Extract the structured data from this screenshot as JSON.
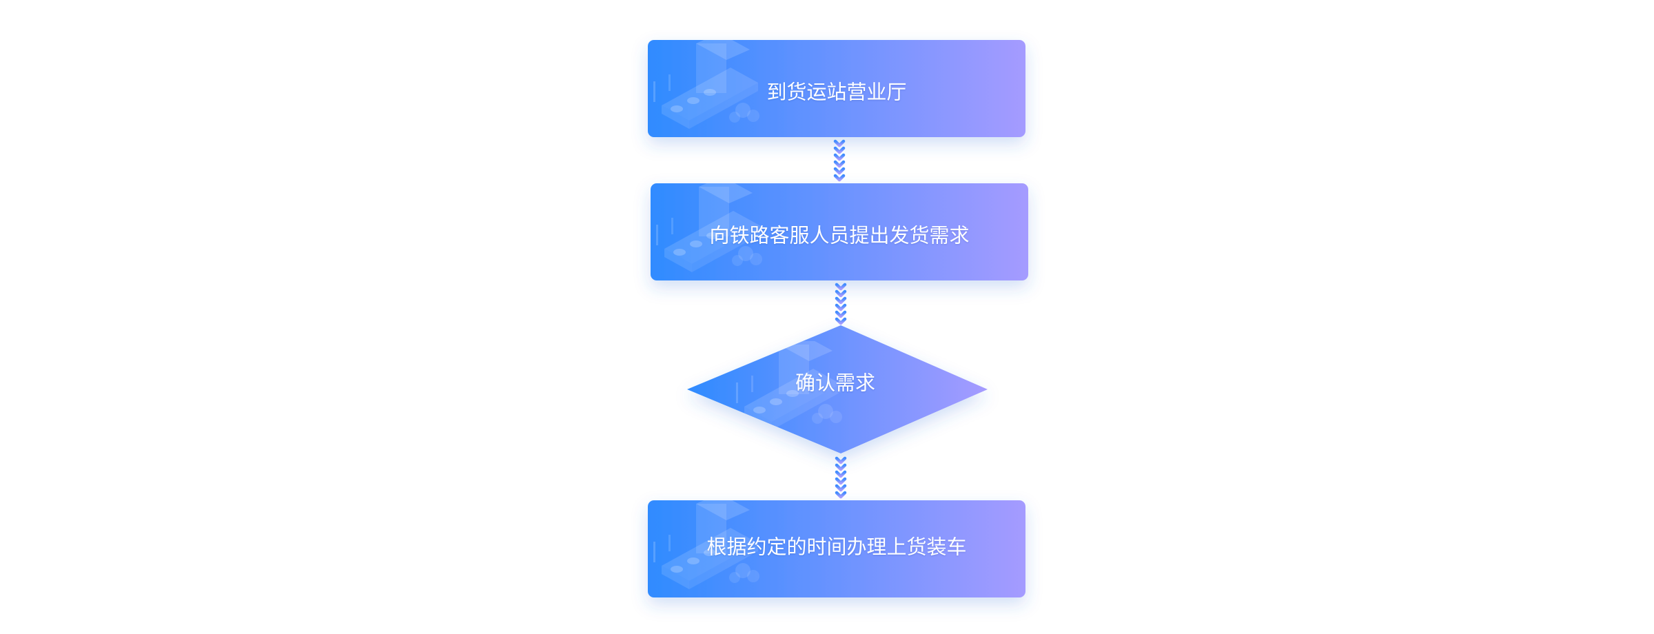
{
  "flowchart": {
    "steps": [
      {
        "label": "到货运站营业厅",
        "shape": "rectangle"
      },
      {
        "label": "向铁路客服人员提出发货需求",
        "shape": "rectangle"
      },
      {
        "label": "确认需求",
        "shape": "diamond"
      },
      {
        "label": "根据约定的时间办理上货装车",
        "shape": "rectangle"
      }
    ],
    "connectors": [
      {
        "from": 0,
        "to": 1,
        "style": "chevron-arrow-down"
      },
      {
        "from": 1,
        "to": 2,
        "style": "chevron-arrow-down"
      },
      {
        "from": 2,
        "to": 3,
        "style": "chevron-arrow-down"
      }
    ],
    "colors": {
      "gradient_start": "#2f8bff",
      "gradient_end": "#a59bff",
      "arrow_top": "#3f8cff",
      "arrow_bottom": "#a89cff",
      "shadow": "#2f6fd8"
    },
    "decoration_icon": "conveyor-belt-illustration-icon"
  }
}
